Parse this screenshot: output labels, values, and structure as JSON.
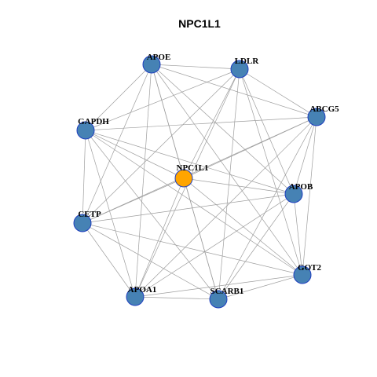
{
  "title": "NPC1L1",
  "colors": {
    "hub": "#FFA500",
    "node": "#4682B4",
    "node_border": "#2233CC",
    "edge": "#9E9E9E"
  },
  "nodes": [
    {
      "id": "APOE",
      "hub": false
    },
    {
      "id": "LDLR",
      "hub": false
    },
    {
      "id": "ABCG5",
      "hub": false
    },
    {
      "id": "GAPDH",
      "hub": false
    },
    {
      "id": "NPC1L1",
      "hub": true
    },
    {
      "id": "APOB",
      "hub": false
    },
    {
      "id": "CETP",
      "hub": false
    },
    {
      "id": "GOT2",
      "hub": false
    },
    {
      "id": "APOA1",
      "hub": false
    },
    {
      "id": "SCARB1",
      "hub": false
    }
  ],
  "edges": [
    [
      "NPC1L1",
      "APOE"
    ],
    [
      "NPC1L1",
      "LDLR"
    ],
    [
      "NPC1L1",
      "ABCG5"
    ],
    [
      "NPC1L1",
      "GAPDH"
    ],
    [
      "NPC1L1",
      "APOB"
    ],
    [
      "NPC1L1",
      "CETP"
    ],
    [
      "NPC1L1",
      "GOT2"
    ],
    [
      "NPC1L1",
      "APOA1"
    ],
    [
      "NPC1L1",
      "SCARB1"
    ],
    [
      "APOE",
      "LDLR"
    ],
    [
      "APOE",
      "ABCG5"
    ],
    [
      "APOE",
      "GAPDH"
    ],
    [
      "APOE",
      "APOB"
    ],
    [
      "APOE",
      "CETP"
    ],
    [
      "APOE",
      "GOT2"
    ],
    [
      "APOE",
      "APOA1"
    ],
    [
      "APOE",
      "SCARB1"
    ],
    [
      "LDLR",
      "ABCG5"
    ],
    [
      "LDLR",
      "GAPDH"
    ],
    [
      "LDLR",
      "APOB"
    ],
    [
      "LDLR",
      "CETP"
    ],
    [
      "LDLR",
      "GOT2"
    ],
    [
      "LDLR",
      "APOA1"
    ],
    [
      "LDLR",
      "SCARB1"
    ],
    [
      "ABCG5",
      "GAPDH"
    ],
    [
      "ABCG5",
      "APOB"
    ],
    [
      "ABCG5",
      "CETP"
    ],
    [
      "ABCG5",
      "GOT2"
    ],
    [
      "ABCG5",
      "APOA1"
    ],
    [
      "ABCG5",
      "SCARB1"
    ],
    [
      "GAPDH",
      "APOB"
    ],
    [
      "GAPDH",
      "CETP"
    ],
    [
      "GAPDH",
      "GOT2"
    ],
    [
      "GAPDH",
      "APOA1"
    ],
    [
      "GAPDH",
      "SCARB1"
    ],
    [
      "APOB",
      "CETP"
    ],
    [
      "APOB",
      "GOT2"
    ],
    [
      "APOB",
      "APOA1"
    ],
    [
      "APOB",
      "SCARB1"
    ],
    [
      "CETP",
      "GOT2"
    ],
    [
      "CETP",
      "APOA1"
    ],
    [
      "CETP",
      "SCARB1"
    ],
    [
      "GOT2",
      "APOA1"
    ],
    [
      "GOT2",
      "SCARB1"
    ],
    [
      "APOA1",
      "SCARB1"
    ]
  ]
}
